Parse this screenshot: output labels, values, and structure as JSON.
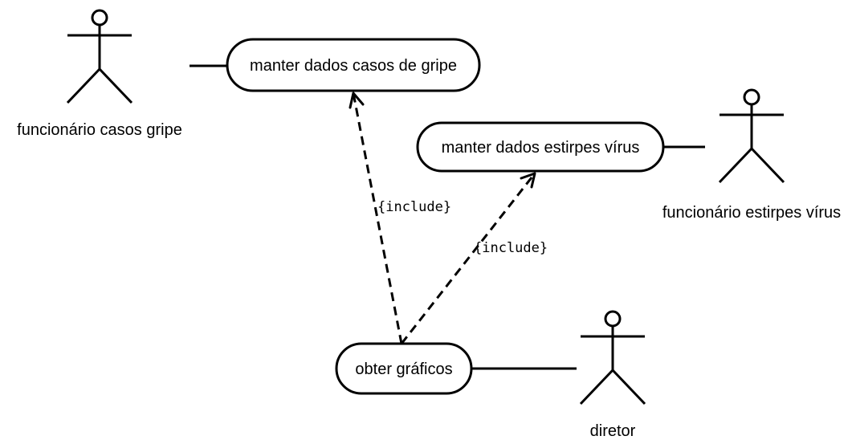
{
  "use_cases": {
    "manter_casos": "manter dados casos de gripe",
    "manter_estirpes": "manter dados estirpes vírus",
    "obter_graficos": "obter gráficos"
  },
  "actors": {
    "func_casos": "funcionário casos gripe",
    "func_estirpes": "funcionário estirpes vírus",
    "diretor": "diretor"
  },
  "relations": {
    "include_casos": "{include}",
    "include_estirpes": "{include}"
  }
}
